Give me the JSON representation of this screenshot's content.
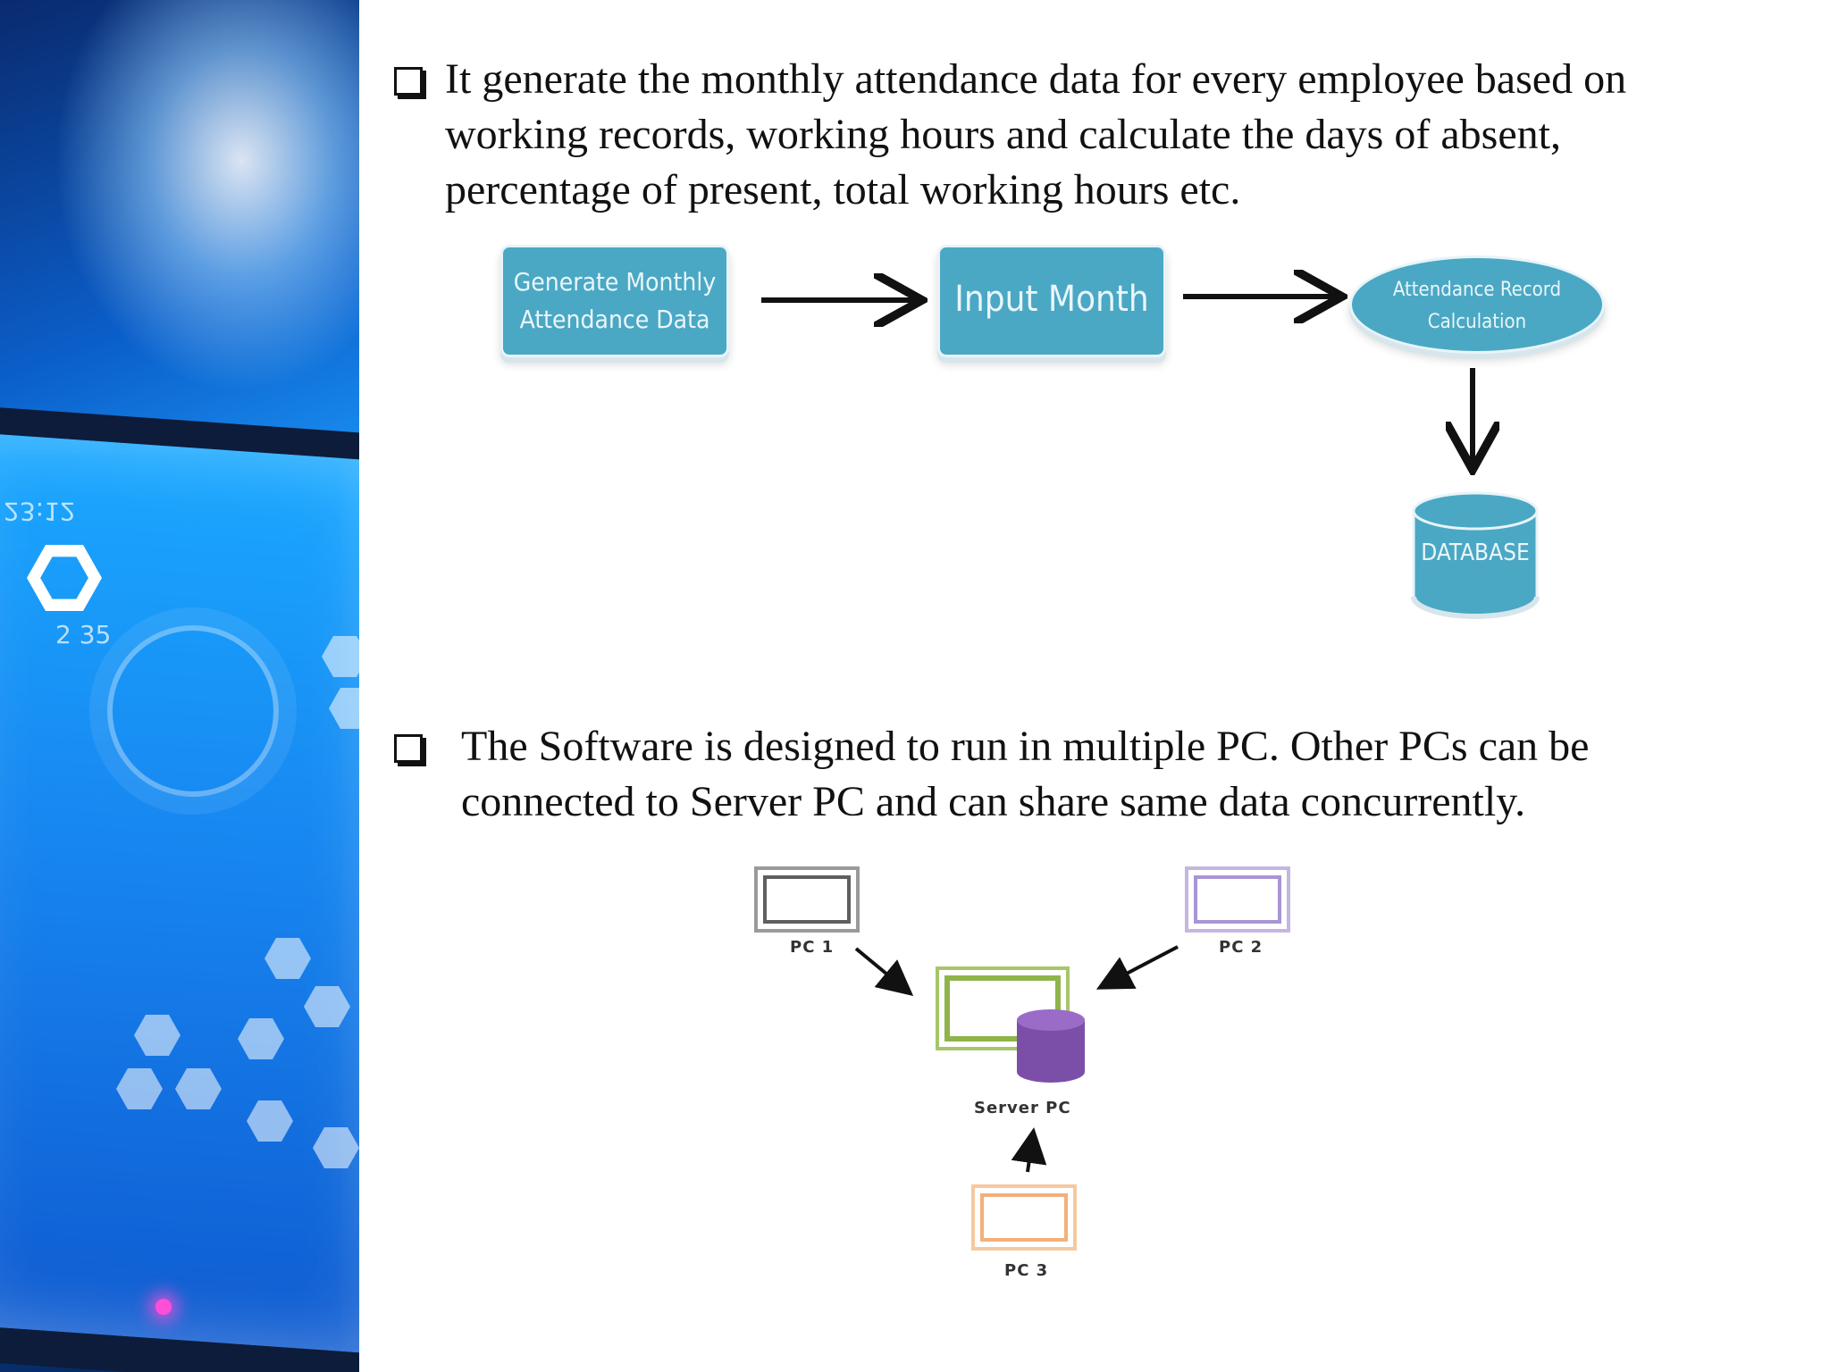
{
  "bullets": [
    {
      "text": "It generate the monthly attendance data for every employee based on\nworking records, working hours and calculate the days of absent,\npercentage of present, total working hours etc."
    },
    {
      "text": "The Software is designed to run in multiple PC. Other PCs can be\nconnected to Server PC and can share same data concurrently."
    }
  ],
  "flowchart": {
    "generate_line1": "Generate Monthly",
    "generate_line2": "Attendance Data",
    "input": "Input Month",
    "calc_line1": "Attendance Record",
    "calc_line2": "Calculation",
    "database": "DATABASE",
    "node_color": "#4aa8c4"
  },
  "network": {
    "pc1": "PC 1",
    "pc2": "PC 2",
    "pc3": "PC 3",
    "server": "Server PC"
  },
  "side_panel": {
    "numbers": [
      "23:12",
      "2 35"
    ],
    "accent": "#1ea0ff"
  }
}
